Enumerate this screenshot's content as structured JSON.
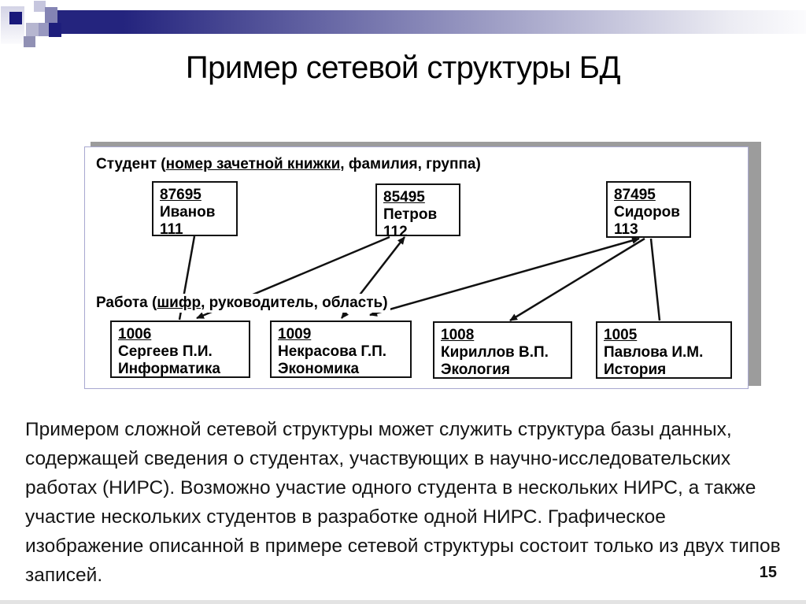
{
  "slide": {
    "title": "Пример сетевой структуры БД",
    "page_number": "15",
    "body_text": "Примером сложной сетевой структуры может служить структура базы данных, содержащей сведения о студентах, участвующих в научно-исследовательских работах (НИРС). Возможно участие одного студента в нескольких НИРС, а также участие нескольких студентов в разработке одной НИРС. Графическое изображение описанной в примере сетевой структуры состоит только из двух типов записей."
  },
  "diagram": {
    "student_label": {
      "prefix": "Студент (",
      "underlined": "номер зачетной книжки",
      "suffix": ", фамилия, группа)"
    },
    "work_label": {
      "prefix": "Работа (",
      "underlined": "шифр",
      "suffix": ", руководитель, область)"
    },
    "students": [
      {
        "id": "87695",
        "name": "Иванов",
        "group": "111"
      },
      {
        "id": "85495",
        "name": "Петров",
        "group": "112"
      },
      {
        "id": "87495",
        "name": "Сидоров",
        "group": "113"
      }
    ],
    "works": [
      {
        "id": "1006",
        "supervisor": "Сергеев П.И.",
        "area": "Информатика"
      },
      {
        "id": "1009",
        "supervisor": "Некрасова Г.П.",
        "area": "Экономика"
      },
      {
        "id": "1008",
        "supervisor": "Кириллов В.П.",
        "area": "Экология"
      },
      {
        "id": "1005",
        "supervisor": "Павлова И.М.",
        "area": "История"
      }
    ],
    "edges": [
      {
        "from": "87695",
        "to": "1006"
      },
      {
        "from": "85495",
        "to": "1006"
      },
      {
        "from": "85495",
        "to": "1009"
      },
      {
        "from": "87495",
        "to": "1009"
      },
      {
        "from": "87495",
        "to": "1008"
      },
      {
        "from": "87495",
        "to": "1005"
      }
    ]
  },
  "colors": {
    "accent_navy": "#24247e",
    "panel_shadow": "#9c9c9c",
    "panel_border": "#a8a8d0",
    "line": "#111111"
  }
}
